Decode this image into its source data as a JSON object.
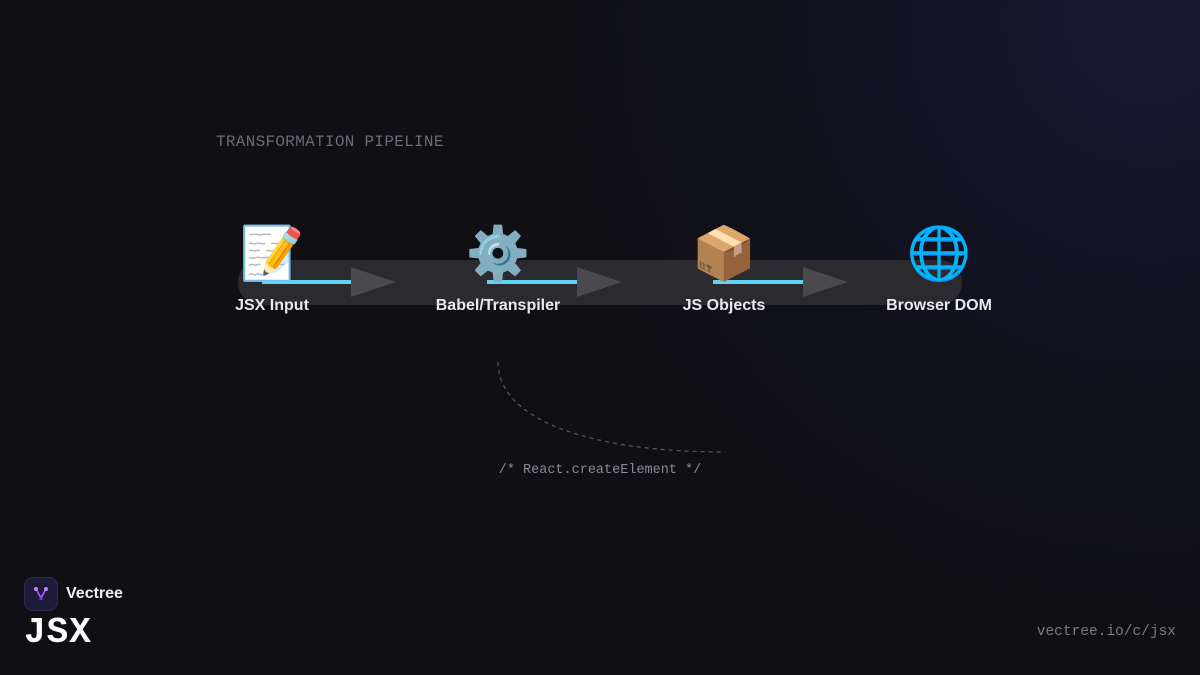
{
  "section_label": "TRANSFORMATION PIPELINE",
  "pipeline": {
    "nodes": [
      {
        "label": "JSX Input",
        "icon": "📝",
        "icon_name": "memo-icon"
      },
      {
        "label": "Babel/Transpiler",
        "icon": "⚙️",
        "icon_name": "gear-icon"
      },
      {
        "label": "JS Objects",
        "icon": "📦",
        "icon_name": "package-icon"
      },
      {
        "label": "Browser DOM",
        "icon": "🌐",
        "icon_name": "globe-icon"
      }
    ],
    "annotation": "/* React.createElement */"
  },
  "footer": {
    "brand_name": "Vectree",
    "title": "JSX",
    "url": "vectree.io/c/jsx"
  },
  "colors": {
    "background": "#0f0f14",
    "track": "#2b2b2f",
    "connector": "#5fd3f3",
    "arrowhead": "#4a4a4e",
    "logo_accent": "#a855f7"
  }
}
